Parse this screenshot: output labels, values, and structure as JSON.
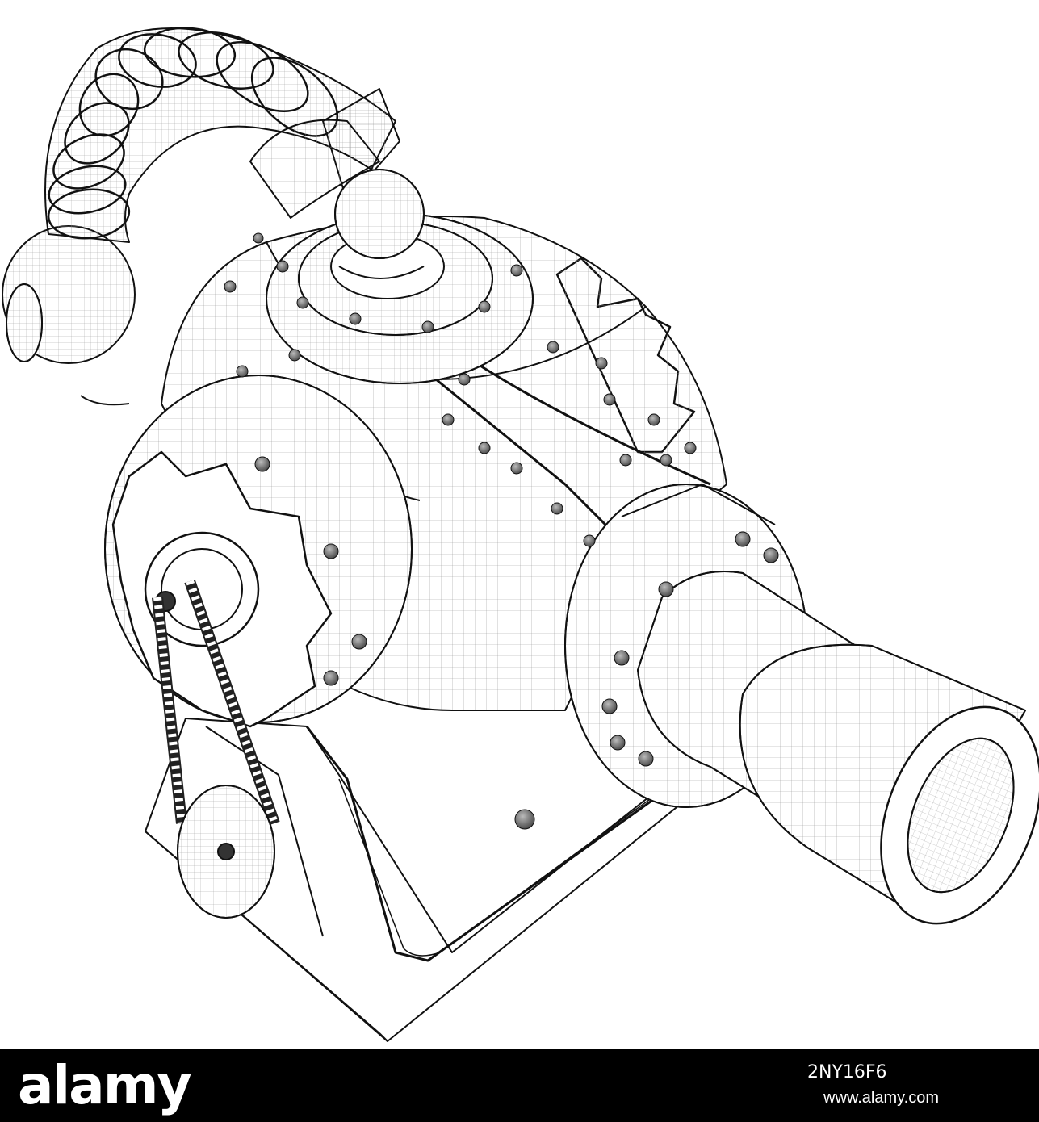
{
  "footer": {
    "logo": "alamy",
    "image_id": "2NY16F6",
    "credit": "www.alamy.com"
  },
  "colors": {
    "line": "#111111",
    "background": "#ffffff",
    "footer_bg": "#000000",
    "footer_text": "#ffffff"
  },
  "icons": {
    "illustration": "wireframe-steampunk-cannon-drawing"
  }
}
